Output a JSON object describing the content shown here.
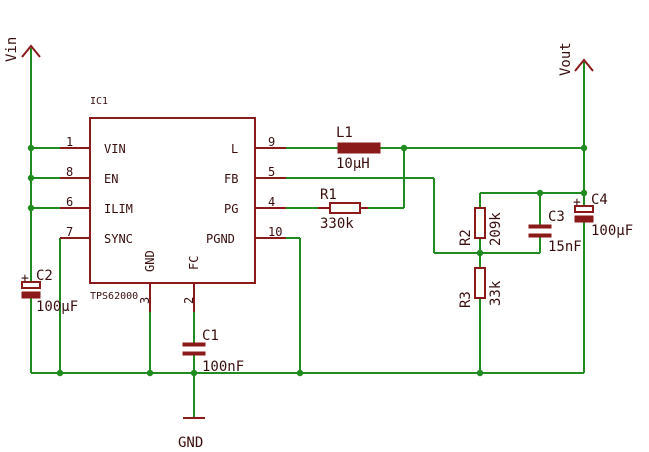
{
  "colors": {
    "wire": "#208c20",
    "part": "#8b1a1a",
    "text": "#3a0e0e",
    "pin": "#3a0e0e"
  },
  "nets": {
    "vin": "Vin",
    "vout": "Vout",
    "gnd": "GND"
  },
  "ic1": {
    "ref": "IC1",
    "part": "TPS62000",
    "pins_left": [
      {
        "num": "1",
        "name": "VIN"
      },
      {
        "num": "8",
        "name": "EN"
      },
      {
        "num": "6",
        "name": "ILIM"
      },
      {
        "num": "7",
        "name": "SYNC"
      }
    ],
    "pins_right": [
      {
        "num": "9",
        "name": "L"
      },
      {
        "num": "5",
        "name": "FB"
      },
      {
        "num": "4",
        "name": "PG"
      },
      {
        "num": "10",
        "name": "PGND"
      }
    ],
    "pins_bottom": [
      {
        "num": "3",
        "name": "GND"
      },
      {
        "num": "2",
        "name": "FC"
      }
    ]
  },
  "components": {
    "l1": {
      "ref": "L1",
      "value": "10µH"
    },
    "r1": {
      "ref": "R1",
      "value": "330k"
    },
    "r2": {
      "ref": "R2",
      "value": "209k"
    },
    "r3": {
      "ref": "R3",
      "value": "33k"
    },
    "c1": {
      "ref": "C1",
      "value": "100nF"
    },
    "c2": {
      "ref": "C2",
      "value": "100µF"
    },
    "c3": {
      "ref": "C3",
      "value": "15nF"
    },
    "c4": {
      "ref": "C4",
      "value": "100µF"
    }
  },
  "symbols": {
    "plus": "+"
  }
}
